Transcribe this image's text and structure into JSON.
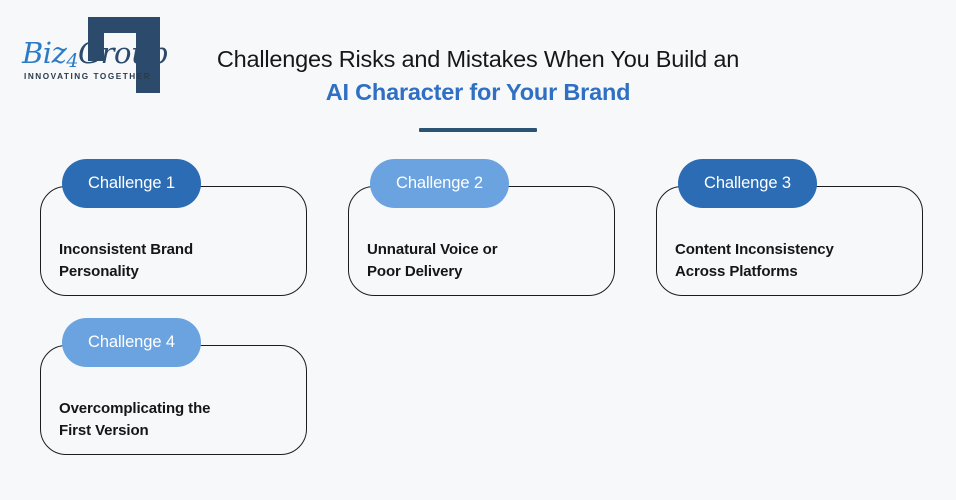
{
  "logo": {
    "brand_part1": "Biz",
    "brand_digit": "4",
    "brand_part2": "Group",
    "tagline": "INNOVATING TOGETHER",
    "colors": {
      "biz_blue": "#2b7cc4",
      "group_navy": "#2c4a6b",
      "frame_navy": "#2c4a6b"
    }
  },
  "heading": {
    "line1": "Challenges Risks and Mistakes When You Build an",
    "line2": "AI Character for Your Brand",
    "line1_color": "#17171a",
    "line2_color": "#2f6fc4",
    "rule_color": "#2c5373"
  },
  "page": {
    "background_color": "#f7f8fa",
    "card_border_color": "#1d1d1f"
  },
  "cards": [
    {
      "badge": "Challenge 1",
      "badge_color": "#2b6cb5",
      "badge_style": "dark",
      "text": "Inconsistent Brand\nPersonality"
    },
    {
      "badge": "Challenge 2",
      "badge_color": "#6ba3e0",
      "badge_style": "light",
      "text": "Unnatural Voice or\nPoor Delivery"
    },
    {
      "badge": "Challenge 3",
      "badge_color": "#2b6cb5",
      "badge_style": "dark",
      "text": "Content Inconsistency\nAcross Platforms"
    },
    {
      "badge": "Challenge 4",
      "badge_color": "#6ba3e0",
      "badge_style": "light",
      "text": "Overcomplicating the\nFirst Version"
    }
  ]
}
